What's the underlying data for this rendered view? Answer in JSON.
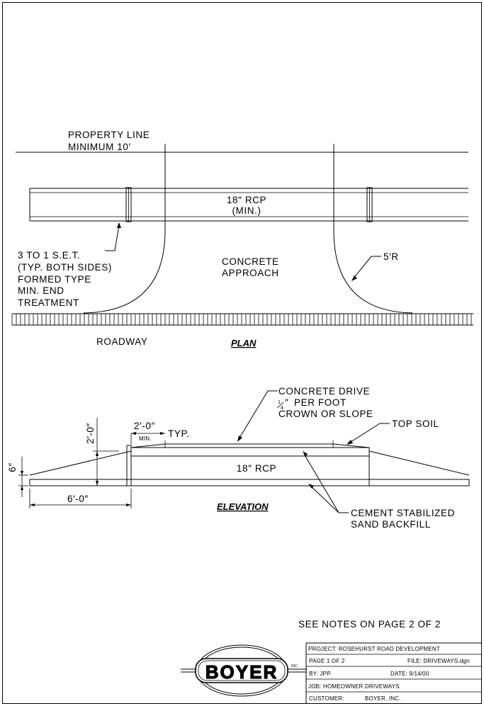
{
  "plan": {
    "title": "PLAN",
    "property_line": [
      "PROPERTY LINE",
      "MINIMUM 10′"
    ],
    "pipe_label": [
      "18″ RCP",
      "(MIN.)"
    ],
    "set_note": [
      "3 TO 1 S.E.T.",
      "(TYP. BOTH SIDES)",
      "FORMED TYPE",
      "MIN. END",
      "TREATMENT"
    ],
    "approach": [
      "CONCRETE",
      "APPROACH"
    ],
    "radius": "5′R",
    "roadway": "ROADWAY"
  },
  "elevation": {
    "title": "ELEVATION",
    "drive_note": [
      "CONCRETE DRIVE",
      "PER FOOT",
      "CROWN OR SLOPE"
    ],
    "fraction_num": "1",
    "fraction_den": "4",
    "fraction_mark": "″",
    "top_soil": "TOP SOIL",
    "dim_2ft_h": "2′-0″",
    "dim_min": "MIN.",
    "dim_typ": "TYP.",
    "dim_2ft_v": "2′-0″",
    "dim_6in": "6″",
    "dim_6ft": "6′-0″",
    "pipe_label": "18″ RCP",
    "backfill": [
      "CEMENT STABILIZED",
      "SAND BACKFILL"
    ]
  },
  "notes": "SEE NOTES ON PAGE 2 OF 2",
  "logo": {
    "text": "BOYER",
    "suffix": "INC."
  },
  "title_block": {
    "project": "PROJECT: ROSEHURST ROAD DEVELOPMENT",
    "page": "PAGE 1 OF 2",
    "file": "FILE: DRIVEWAYS.dgn",
    "by": "BY: JPP",
    "date": "DATE:  9/14/00",
    "job": "JOB: HOMEOWNER DRIVEWAYS",
    "customer_label": "CUSTOMER:",
    "customer": "BOYER, INC."
  }
}
